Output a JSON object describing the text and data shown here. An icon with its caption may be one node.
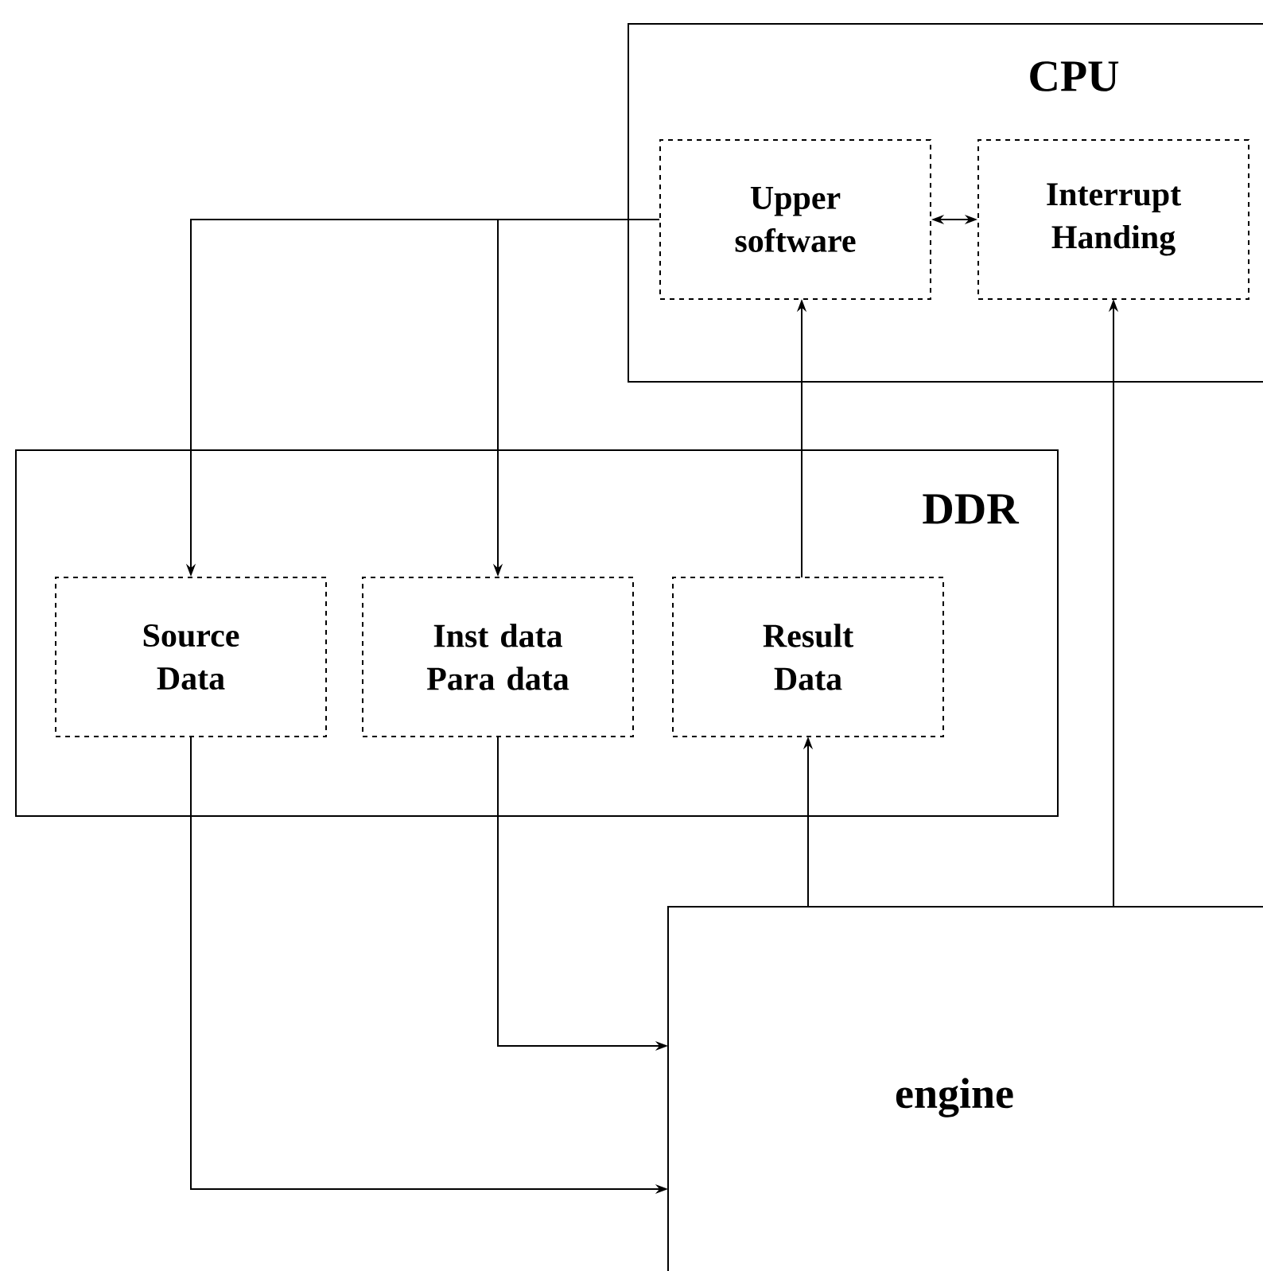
{
  "diagram": {
    "nodes": [
      {
        "text": [
          "CPU"
        ]
      },
      {
        "text": [
          "Upper software"
        ],
        "in": 0
      },
      {
        "text": [
          "Interrupt Handing"
        ],
        "in": 0
      },
      {
        "text": [
          "DDR"
        ]
      },
      {
        "text": [
          "Source Data"
        ],
        "in": 3
      },
      {
        "text": [
          "Inst data Para data"
        ],
        "in": 3
      },
      {
        "text": [
          "Result Data"
        ],
        "in": 3
      },
      {
        "text": [
          "engine"
        ]
      }
    ],
    "edges": [
      {
        "from": 1,
        "to": 4,
        "arrow": "to"
      },
      {
        "from": 1,
        "to": 5,
        "arrow": "to"
      },
      {
        "from": 1,
        "to": 2,
        "arrow": "both"
      },
      {
        "from": 6,
        "to": 1,
        "arrow": "to"
      },
      {
        "from": 5,
        "to": 7,
        "arrow": "to"
      },
      {
        "from": 4,
        "to": 7,
        "arrow": "to"
      },
      {
        "from": 7,
        "to": 6,
        "arrow": "to"
      },
      {
        "from": 7,
        "to": 2,
        "arrow": "to"
      }
    ]
  }
}
